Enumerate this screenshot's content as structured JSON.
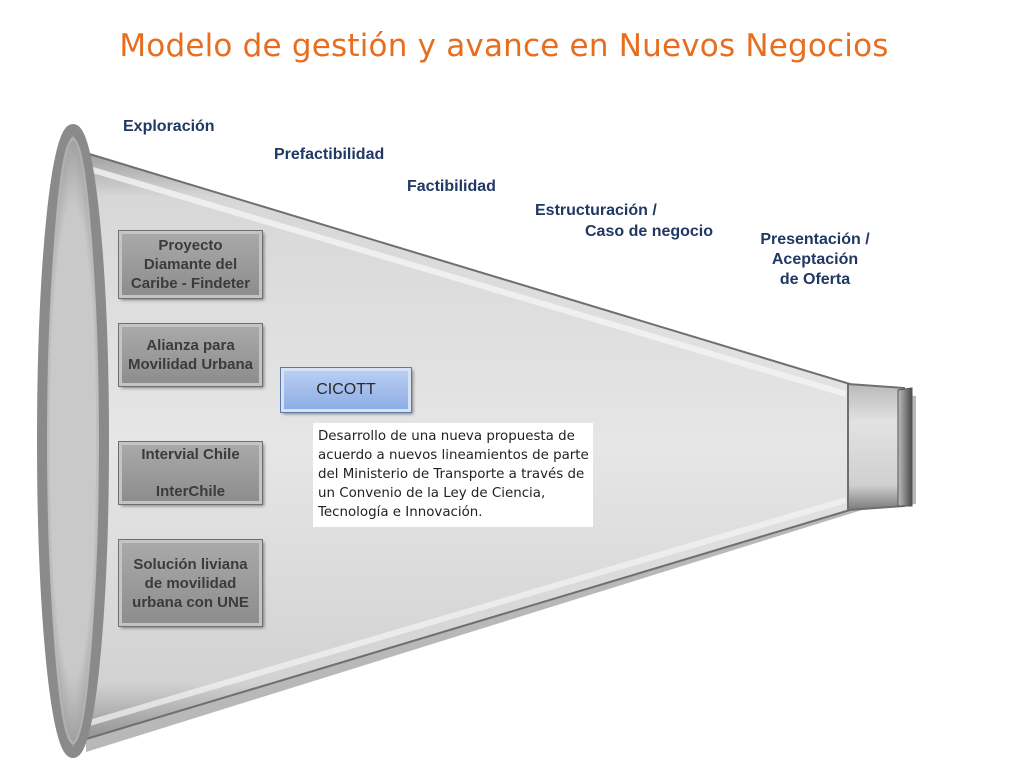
{
  "title": "Modelo de gestión y avance en Nuevos Negocios",
  "stages": {
    "exploracion": "Exploración",
    "prefactibilidad": "Prefactibilidad",
    "factibilidad": "Factibilidad",
    "estructuracion": [
      "Estructuración /",
      "Caso de negocio"
    ],
    "presentacion": [
      "Presentación /",
      "Aceptación",
      "de Oferta"
    ]
  },
  "projects": [
    {
      "lines": [
        "Proyecto",
        "Diamante del",
        "Caribe - Findeter"
      ]
    },
    {
      "lines": [
        "Alianza para",
        "Movilidad Urbana"
      ]
    },
    {
      "lines": [
        "Intervial Chile",
        "",
        "InterChile"
      ]
    },
    {
      "lines": [
        "Solución liviana",
        "de movilidad",
        "urbana con UNE"
      ]
    }
  ],
  "cicott": {
    "label": "CICOTT"
  },
  "note": {
    "lines": [
      "Desarrollo de una nueva propuesta de",
      "acuerdo a nuevos lineamientos de parte",
      "del Ministerio de Transporte a través de",
      "un Convenio de la Ley de Ciencia,",
      "Tecnología e Innovación."
    ]
  },
  "colors": {
    "title": "#e86d1f",
    "stage_text": "#1f3864",
    "funnel_body": "#e3e3e3",
    "funnel_rim": "#8a8a8a",
    "project_box": "#9b9b9b",
    "cicott_box": "#9fbbea"
  }
}
